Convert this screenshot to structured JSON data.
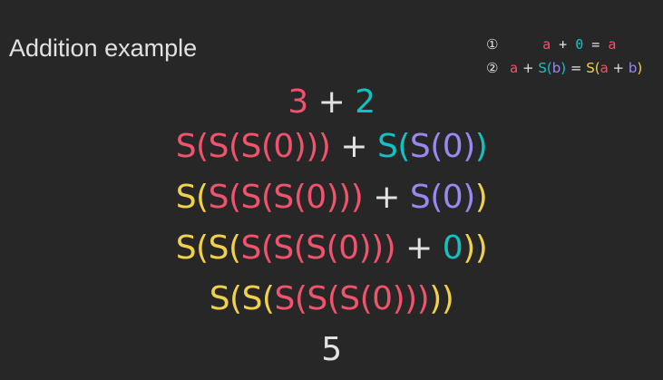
{
  "title": "Addition example",
  "colors": {
    "background": "#272727",
    "text": "#e2e2e2",
    "red": "#f0536b",
    "teal": "#10c2c2",
    "purple": "#9b87f0",
    "yellow": "#f2d14a"
  },
  "rules": [
    {
      "number": "①",
      "segments": [
        {
          "text": "    a",
          "color": "#f0536b"
        },
        {
          "text": " + ",
          "color": "#e2e2e2"
        },
        {
          "text": "0",
          "color": "#10c2c2"
        },
        {
          "text": " = ",
          "color": "#e2e2e2"
        },
        {
          "text": "a",
          "color": "#f0536b"
        }
      ]
    },
    {
      "number": "②",
      "segments": [
        {
          "text": "a",
          "color": "#f0536b"
        },
        {
          "text": " + ",
          "color": "#e2e2e2"
        },
        {
          "text": "S(",
          "color": "#10c2c2"
        },
        {
          "text": "b",
          "color": "#9b87f0"
        },
        {
          "text": ")",
          "color": "#10c2c2"
        },
        {
          "text": " = ",
          "color": "#e2e2e2"
        },
        {
          "text": "S(",
          "color": "#f2d14a"
        },
        {
          "text": "a",
          "color": "#f0536b"
        },
        {
          "text": " + ",
          "color": "#e2e2e2"
        },
        {
          "text": "b",
          "color": "#9b87f0"
        },
        {
          "text": ")",
          "color": "#f2d14a"
        }
      ]
    }
  ],
  "steps": [
    {
      "segments": [
        {
          "text": "3",
          "color": "#f0536b"
        },
        {
          "text": " + ",
          "color": "#e2e2e2"
        },
        {
          "text": "2",
          "color": "#10c2c2"
        }
      ]
    },
    {
      "segments": [
        {
          "text": "S(S(S(0)))",
          "color": "#f0536b"
        },
        {
          "text": " + ",
          "color": "#e2e2e2"
        },
        {
          "text": "S(",
          "color": "#10c2c2"
        },
        {
          "text": "S(0)",
          "color": "#9b87f0"
        },
        {
          "text": ")",
          "color": "#10c2c2"
        }
      ]
    },
    {
      "segments": [
        {
          "text": "S(",
          "color": "#f2d14a"
        },
        {
          "text": "S(S(S(0)))",
          "color": "#f0536b"
        },
        {
          "text": " + ",
          "color": "#e2e2e2"
        },
        {
          "text": "S(0)",
          "color": "#9b87f0"
        },
        {
          "text": ")",
          "color": "#f2d14a"
        }
      ]
    },
    {
      "segments": [
        {
          "text": "S(S(",
          "color": "#f2d14a"
        },
        {
          "text": "S(S(S(0)))",
          "color": "#f0536b"
        },
        {
          "text": " + ",
          "color": "#e2e2e2"
        },
        {
          "text": "0",
          "color": "#10c2c2"
        },
        {
          "text": "))",
          "color": "#f2d14a"
        }
      ]
    },
    {
      "segments": [
        {
          "text": "S(S(",
          "color": "#f2d14a"
        },
        {
          "text": "S(S(S(0)))",
          "color": "#f0536b"
        },
        {
          "text": "))",
          "color": "#f2d14a"
        }
      ]
    },
    {
      "segments": [
        {
          "text": "5",
          "color": "#e2e2e2"
        }
      ]
    }
  ]
}
